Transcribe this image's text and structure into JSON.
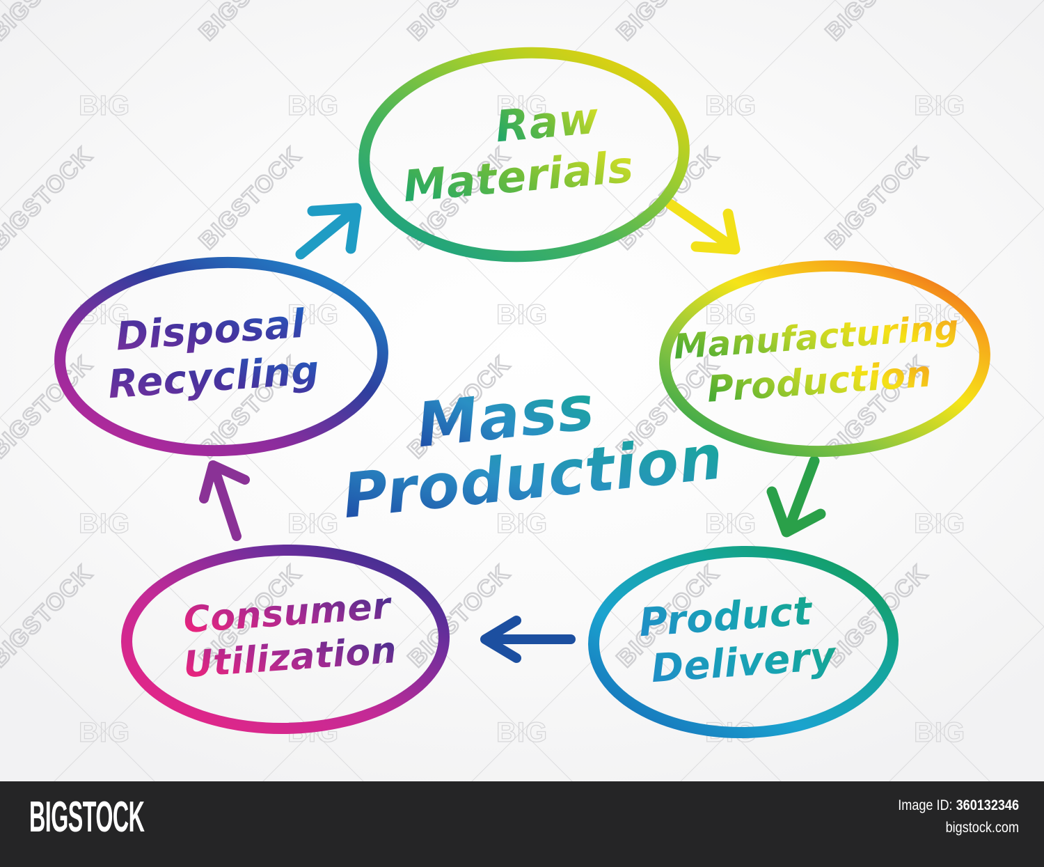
{
  "diagram": {
    "title": "Mass Production",
    "title_line1": "Mass",
    "title_line2": "Production",
    "type": "cycle-flow-chart",
    "nodes": [
      {
        "id": "raw-materials",
        "line1": "Raw",
        "line2": "Materials",
        "full_label": "Raw Materials",
        "position": "top-center",
        "outline_from": "#0f9d8c",
        "outline_mid": "#7ac143",
        "outline_to": "#ffd200",
        "text_from": "#2bab6a",
        "text_to": "#d6e226"
      },
      {
        "id": "manufacturing-production",
        "line1": "Manufacturing",
        "line2": "Production",
        "full_label": "Manufacturing Production",
        "position": "right-upper",
        "outline_from": "#169b52",
        "outline_mid": "#f2e41c",
        "outline_to": "#e8491c",
        "text_from": "#4fae35",
        "text_to": "#f4a81d"
      },
      {
        "id": "product-delivery",
        "line1": "Product",
        "line2": "Delivery",
        "full_label": "Product Delivery",
        "position": "right-lower",
        "outline_from": "#1565b5",
        "outline_mid": "#1ba3cf",
        "outline_to": "#139b4d",
        "text_from": "#1f8fc6",
        "text_to": "#16a596"
      },
      {
        "id": "consumer-utilization",
        "line1": "Consumer",
        "line2": "Utilization",
        "full_label": "Consumer Utilization",
        "position": "left-lower",
        "outline_from": "#ec2583",
        "outline_mid": "#a32a9b",
        "outline_to": "#26308c",
        "text_from": "#e8247e",
        "text_to": "#5b2a8f"
      },
      {
        "id": "disposal-recycling",
        "line1": "Disposal",
        "line2": "Recycling",
        "full_label": "Disposal Recycling",
        "position": "left-upper",
        "outline_from": "#c2289a",
        "outline_mid": "#2e3f9e",
        "outline_to": "#1a9cd8",
        "text_from": "#7a2f9c",
        "text_to": "#1f5fc0"
      }
    ],
    "arrows": [
      {
        "id": "arrow-disposal-to-raw",
        "direction": "up-right",
        "color": "#1f9cc4",
        "from": "disposal-recycling",
        "to": "raw-materials"
      },
      {
        "id": "arrow-raw-to-manufacturing",
        "direction": "down-right",
        "color": "#f2e119",
        "from": "raw-materials",
        "to": "manufacturing-production"
      },
      {
        "id": "arrow-manufacturing-to-delivery",
        "direction": "down",
        "color": "#2aa049",
        "from": "manufacturing-production",
        "to": "product-delivery"
      },
      {
        "id": "arrow-delivery-to-consumer",
        "direction": "left",
        "color": "#1c4fa0",
        "from": "product-delivery",
        "to": "consumer-utilization"
      },
      {
        "id": "arrow-consumer-to-disposal",
        "direction": "up",
        "color": "#8a3296",
        "from": "consumer-utilization",
        "to": "disposal-recycling"
      }
    ],
    "center_text_from": "#1f55ab",
    "center_text_to": "#19a89c"
  },
  "watermark": {
    "tile_text": "BIG",
    "diagonal_text": "BIGSTOCK"
  },
  "footer": {
    "logo": "BIGSTOCK",
    "image_id_label": "Image ID:",
    "image_id": "360132346",
    "site": "bigstock.com",
    "background": "#252526"
  }
}
